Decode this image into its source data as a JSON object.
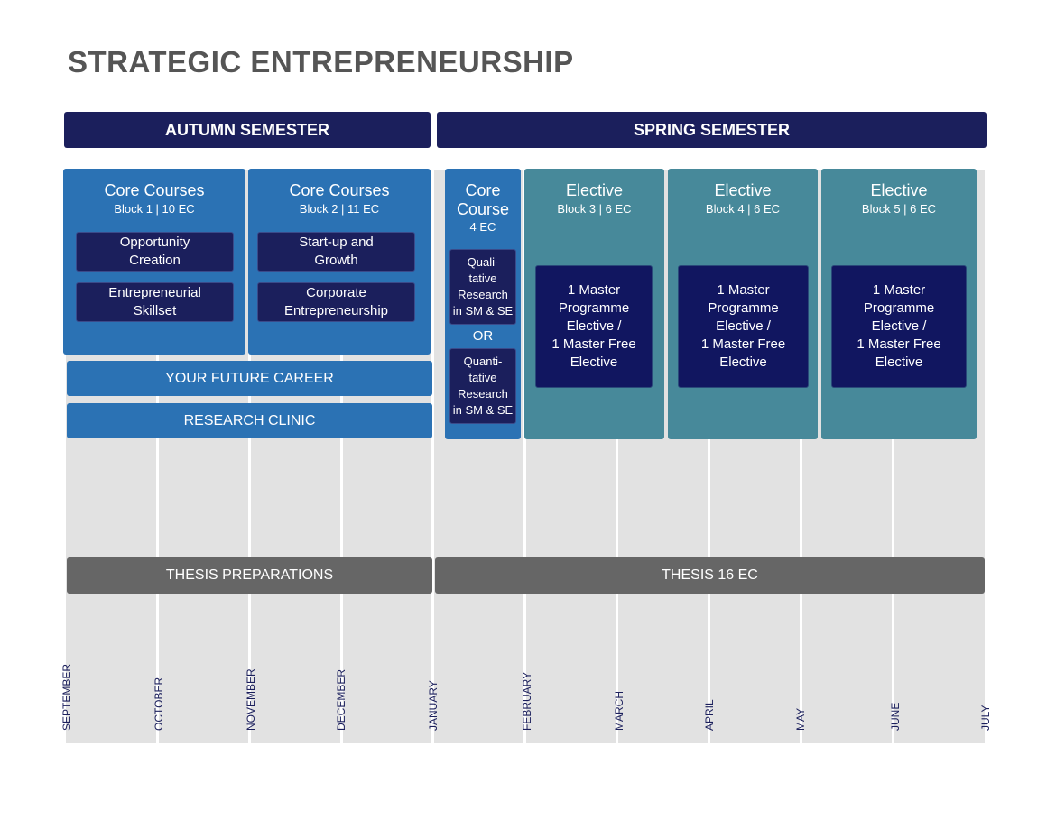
{
  "title": "STRATEGIC ENTREPRENEURSHIP",
  "semesters": {
    "autumn": "AUTUMN SEMESTER",
    "spring": "SPRING SEMESTER"
  },
  "core1": {
    "heading": "Core Courses",
    "block": "Block 1    |    10 EC",
    "course1": "Opportunity\nCreation",
    "course2": "Entrepreneurial\nSkillset"
  },
  "core2": {
    "heading": "Core Courses",
    "block": "Block 2    |    11 EC",
    "course1": "Start-up and\nGrowth",
    "course2": "Corporate\nEntrepreneurship"
  },
  "core3": {
    "heading": "Core\nCourse",
    "ec": "4 EC",
    "option1": "Quali-\ntative\nResearch\nin SM & SE",
    "or": "OR",
    "option2": "Quanti-\ntative\nResearch\nin SM & SE"
  },
  "electives": [
    {
      "heading": "Elective",
      "block": "Block 3    |    6 EC",
      "content": "1 Master\nProgramme\nElective /\n1 Master Free\nElective"
    },
    {
      "heading": "Elective",
      "block": "Block 4    |    6 EC",
      "content": "1 Master\nProgramme\nElective /\n1 Master Free\nElective"
    },
    {
      "heading": "Elective",
      "block": "Block 5    |    6 EC",
      "content": "1 Master\nProgramme\nElective /\n1 Master Free\nElective"
    }
  ],
  "bars": {
    "career": "YOUR FUTURE CAREER",
    "research": "RESEARCH CLINIC",
    "thesis_prep": "THESIS PREPARATIONS",
    "thesis": "THESIS 16 EC"
  },
  "months": [
    "SEPTEMBER",
    "OCTOBER",
    "NOVEMBER",
    "DECEMBER",
    "JANUARY",
    "FEBRUARY",
    "MARCH",
    "APRIL",
    "MAY",
    "JUNE",
    "JULY"
  ],
  "colors": {
    "navy": "#1b1f5c",
    "core_blue": "#2b72b4",
    "elective_teal": "#47899a",
    "thesis_gray": "#666666",
    "grid_gray": "#e2e2e2"
  }
}
